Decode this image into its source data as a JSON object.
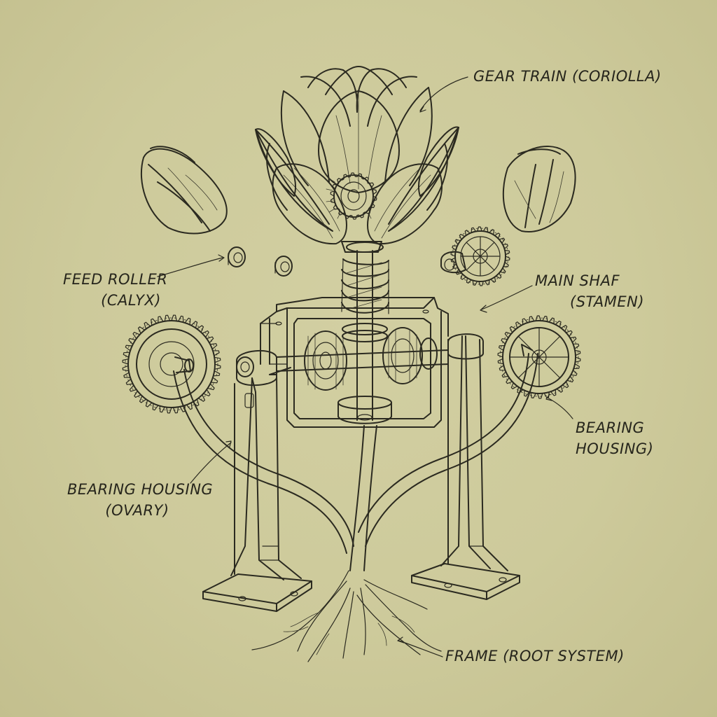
{
  "labels": {
    "gear_train": "GEAR TRAIN (CORIOLLA)",
    "feed_roller": {
      "line1": "FEED ROLLER",
      "line2": "(CALYX)"
    },
    "main_shaft": {
      "line1": "MAIN SHAF",
      "line2": "(STAMEN)"
    },
    "bearing_housing_right": {
      "line1": "BEARING",
      "line2": "HOUSING)"
    },
    "bearing_housing_left": {
      "line1": "BEARING HOUSING",
      "line2": "(OVARY)"
    },
    "frame": "FRAME (ROOT SYSTEM)"
  },
  "colors": {
    "paper": "#ccc99a",
    "ink": "#2b2a20"
  }
}
